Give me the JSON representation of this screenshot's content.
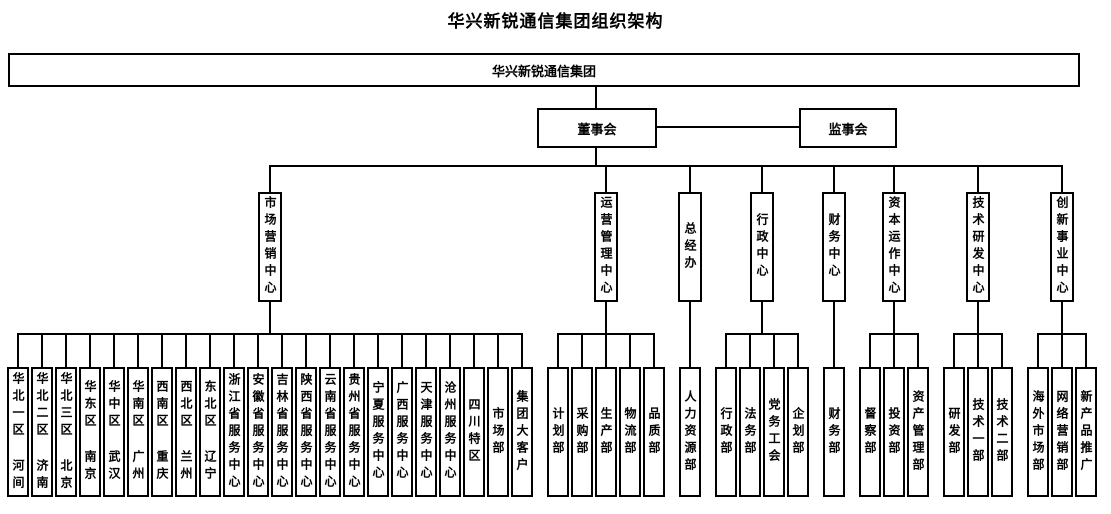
{
  "title": "华兴新锐通信集团组织架构",
  "root": {
    "label": "华兴新锐通信集团"
  },
  "board": {
    "label": "董事会"
  },
  "supervisory": {
    "label": "监事会"
  },
  "colors": {
    "line": "#000000",
    "background": "#ffffff",
    "text": "#000000"
  },
  "groups": [
    {
      "center": "市场营销中心",
      "children": [
        "华北一区 河间",
        "华北二区 济南",
        "华北三区 北京",
        "华东区 南京",
        "华中区 武汉",
        "华南区 广州",
        "西南区 重庆",
        "西北区 兰州",
        "东北区 辽宁",
        "浙江省服务中心",
        "安徽省服务中心",
        "吉林省服务中心",
        "陕西省服务中心",
        "云南省服务中心",
        "贵州省服务中心",
        "宁夏服务中心",
        "广西服务中心",
        "天津服务中心",
        "沧州服务中心",
        "四川特区",
        "市场部",
        "集团大客户"
      ]
    },
    {
      "center": "运营管理中心",
      "children": [
        "计划部",
        "采购部",
        "生产部",
        "物流部",
        "品质部"
      ]
    },
    {
      "center": "总经办",
      "children": [
        "人力资源部"
      ]
    },
    {
      "center": "行政中心",
      "children": [
        "行政部",
        "法务部",
        "党务工会",
        "企划部"
      ]
    },
    {
      "center": "财务中心",
      "children": [
        "财务部"
      ]
    },
    {
      "center": "资本运作中心",
      "children": [
        "督察部",
        "投资部",
        "资产管理部"
      ]
    },
    {
      "center": "技术研发中心",
      "children": [
        "研发部",
        "技术一部",
        "技术二部"
      ]
    },
    {
      "center": "创新事业中心",
      "children": [
        "海外市场部",
        "网络营销部",
        "新产品推广"
      ]
    }
  ]
}
